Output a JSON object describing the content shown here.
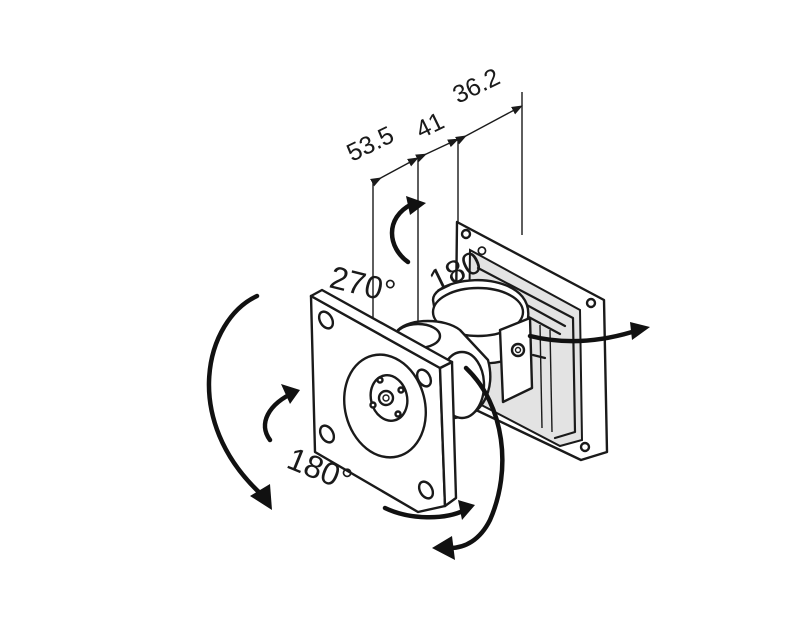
{
  "diagram": {
    "dimensions": {
      "d1": "53.5",
      "d2": "41",
      "d3": "36.2"
    },
    "rotation_labels": {
      "top": "270°",
      "middle": "180°",
      "bottom": "180°"
    },
    "colors": {
      "ink": "#1a1a1a",
      "background": "#ffffff",
      "shade": "#e3e3e3"
    }
  }
}
